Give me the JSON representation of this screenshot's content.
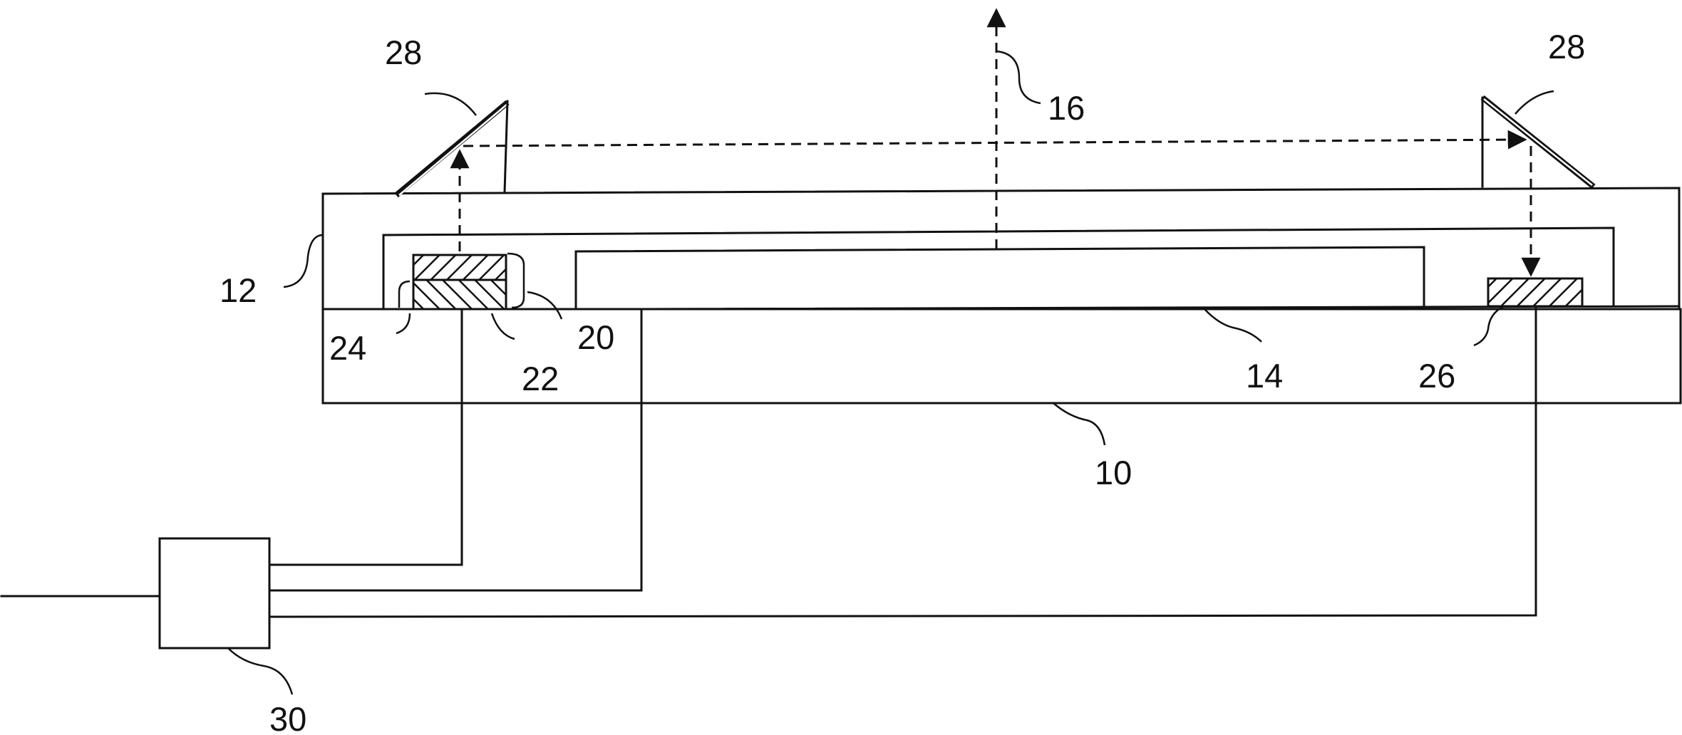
{
  "reference_numerals": {
    "n10": "10",
    "n12": "12",
    "n14": "14",
    "n16": "16",
    "n20": "20",
    "n22": "22",
    "n24": "24",
    "n26": "26",
    "n28_left": "28",
    "n28_right": "28",
    "n30": "30"
  }
}
